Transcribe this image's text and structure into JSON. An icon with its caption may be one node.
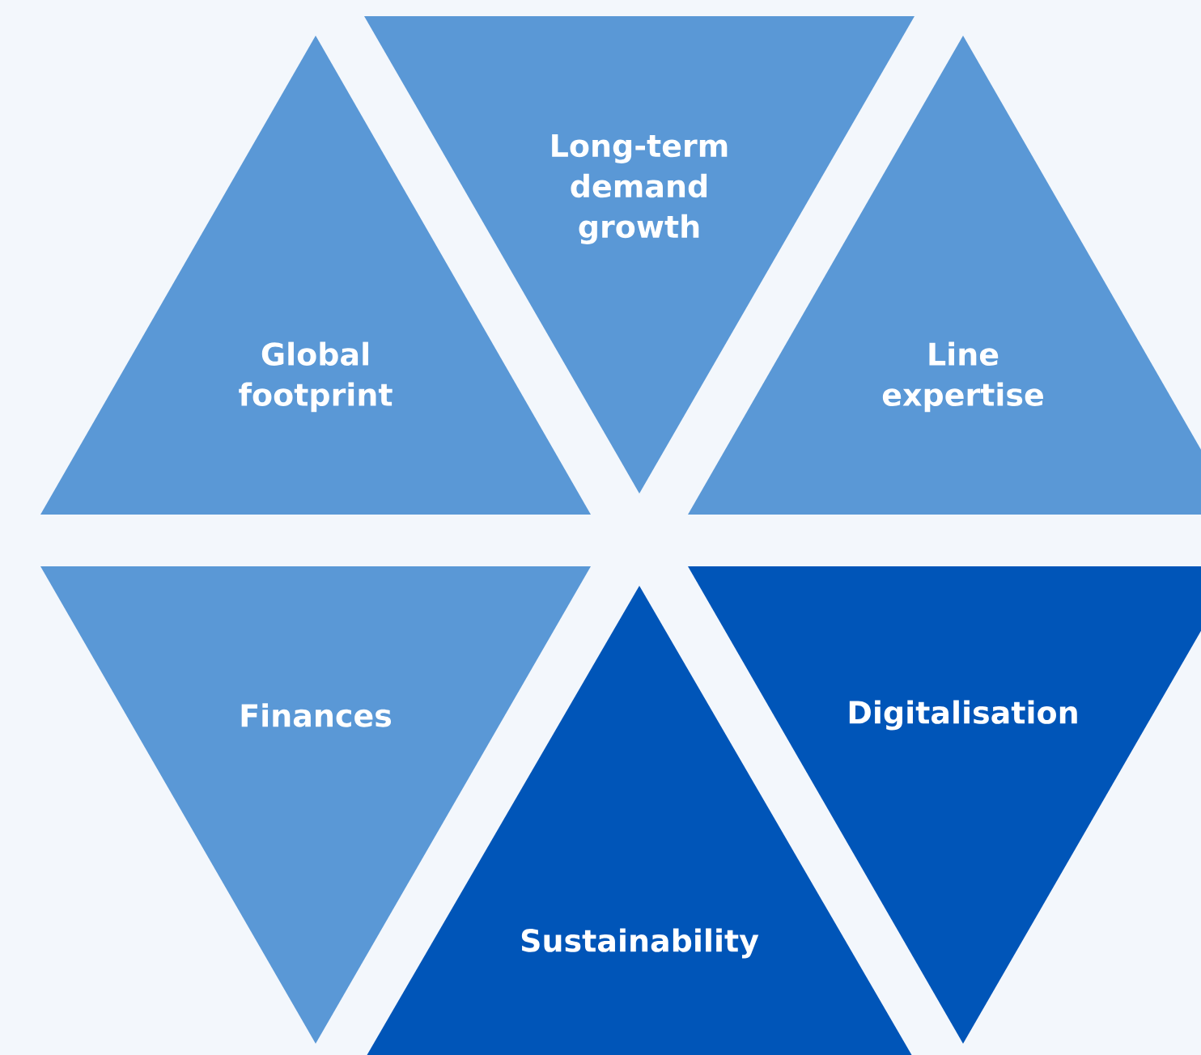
{
  "diagram": {
    "nodes": [
      {
        "text": [
          "Global footprint"
        ]
      },
      {
        "text": [
          "Long-term demand growth"
        ]
      },
      {
        "text": [
          "Line expertise"
        ]
      },
      {
        "text": [
          "Finances"
        ]
      },
      {
        "text": [
          "Sustainability"
        ]
      },
      {
        "text": [
          "Digitalisation"
        ]
      }
    ]
  }
}
